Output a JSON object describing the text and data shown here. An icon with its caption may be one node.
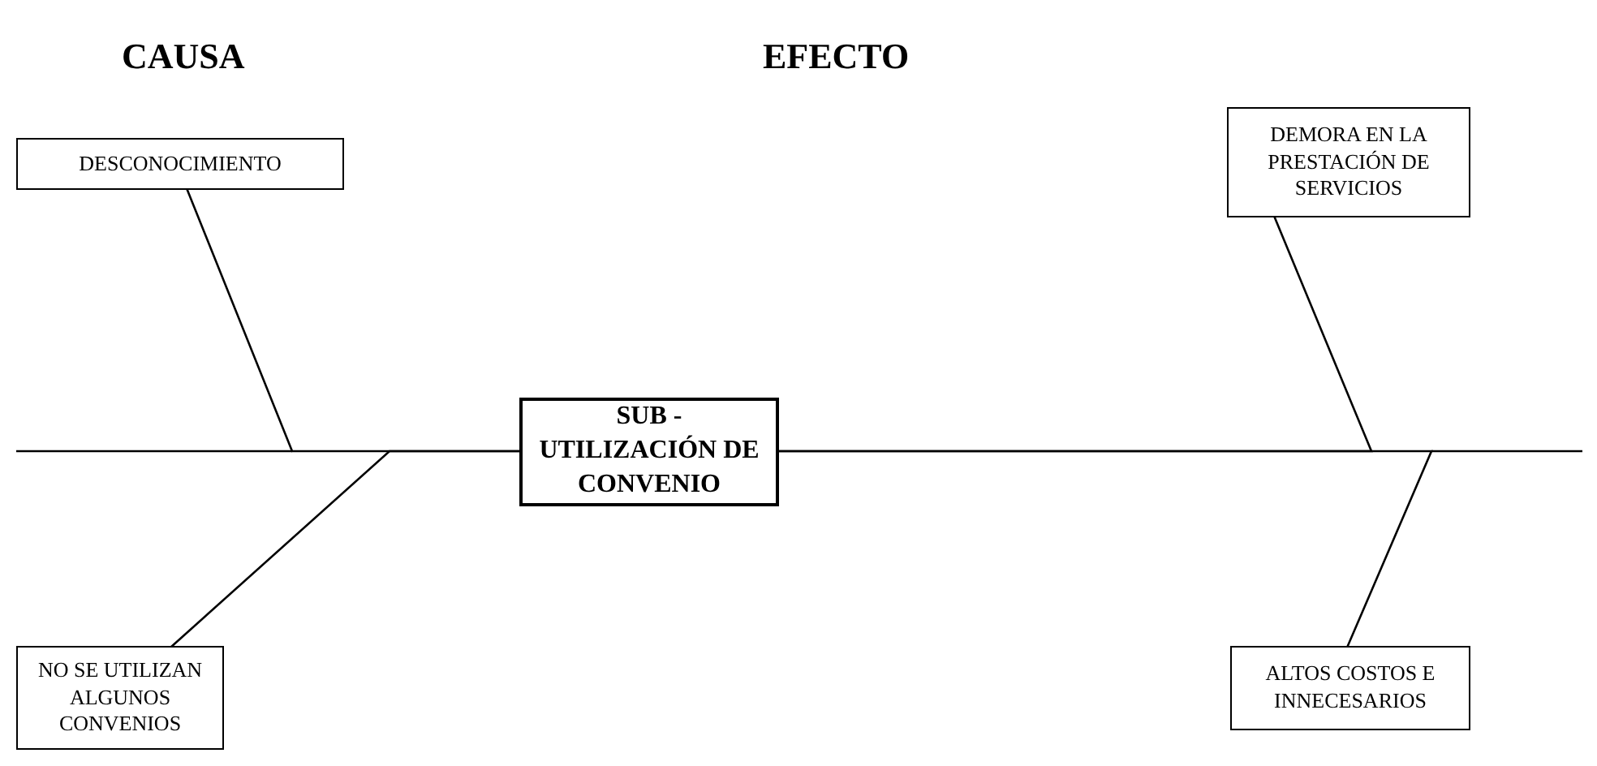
{
  "diagram": {
    "nodes": [
      {
        "text": [
          "DESCONOCIMIENTO"
        ]
      },
      {
        "text": [
          "DEMORA EN LA PRESTACIÓN DE SERVICIOS"
        ]
      },
      {
        "text": [
          "SUB - UTILIZACIÓN DE CONVENIO"
        ]
      },
      {
        "text": [
          "NO SE UTILIZAN ALGUNOS CONVENIOS"
        ]
      },
      {
        "text": [
          "ALTOS COSTOS E INNECESARIOS"
        ]
      }
    ],
    "edges": [
      {
        "from": 0,
        "to": 2,
        "arrow": "none"
      },
      {
        "from": 3,
        "to": 2,
        "arrow": "none"
      },
      {
        "from": 2,
        "to": 1,
        "arrow": "none"
      },
      {
        "from": 2,
        "to": 4,
        "arrow": "none"
      }
    ],
    "labels": [
      "CAUSA",
      "EFECTO"
    ]
  }
}
